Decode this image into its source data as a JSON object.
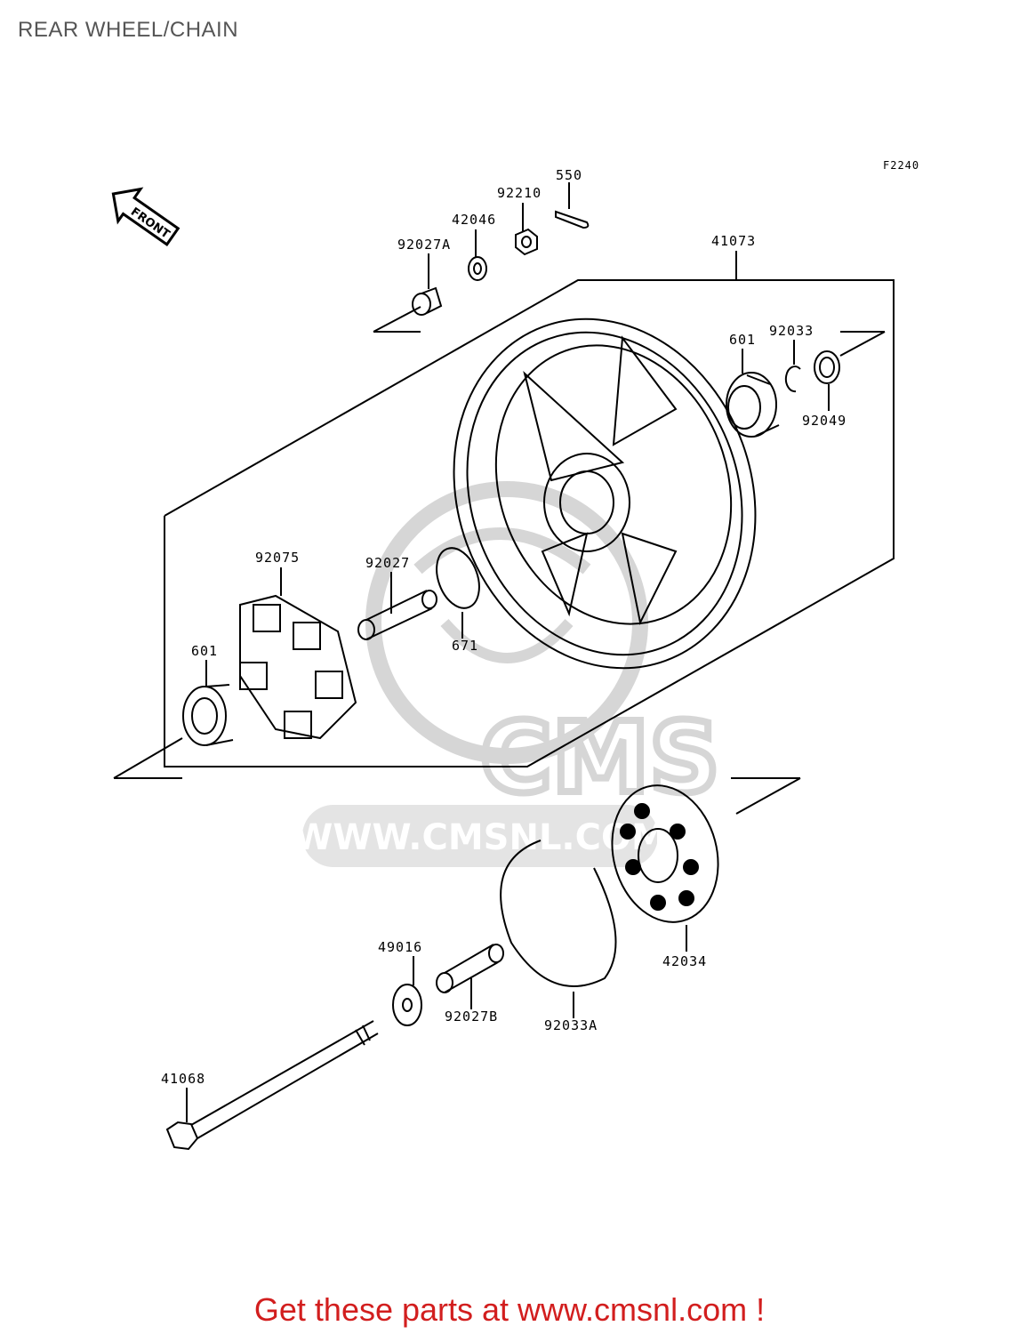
{
  "title": "REAR WHEEL/CHAIN",
  "figure_code": "F2240",
  "front_arrow_label": "FRONT",
  "watermark": {
    "logo": "CMS",
    "url": "WWW.CMSNL.COM"
  },
  "parts": [
    {
      "id": "p-550",
      "number": "550"
    },
    {
      "id": "p-92210",
      "number": "92210"
    },
    {
      "id": "p-42046",
      "number": "42046"
    },
    {
      "id": "p-92027A",
      "number": "92027A"
    },
    {
      "id": "p-41073",
      "number": "41073"
    },
    {
      "id": "p-601-right",
      "number": "601"
    },
    {
      "id": "p-92033",
      "number": "92033"
    },
    {
      "id": "p-92049",
      "number": "92049"
    },
    {
      "id": "p-92075",
      "number": "92075"
    },
    {
      "id": "p-92027",
      "number": "92027"
    },
    {
      "id": "p-671",
      "number": "671"
    },
    {
      "id": "p-601-left",
      "number": "601"
    },
    {
      "id": "p-42034",
      "number": "42034"
    },
    {
      "id": "p-49016",
      "number": "49016"
    },
    {
      "id": "p-92027B",
      "number": "92027B"
    },
    {
      "id": "p-92033A",
      "number": "92033A"
    },
    {
      "id": "p-41068",
      "number": "41068"
    }
  ],
  "footer_text": "Get these parts at www.cmsnl.com !",
  "colors": {
    "footer": "#d21e1e",
    "title": "#555555",
    "watermark": "#d6d6d6"
  }
}
